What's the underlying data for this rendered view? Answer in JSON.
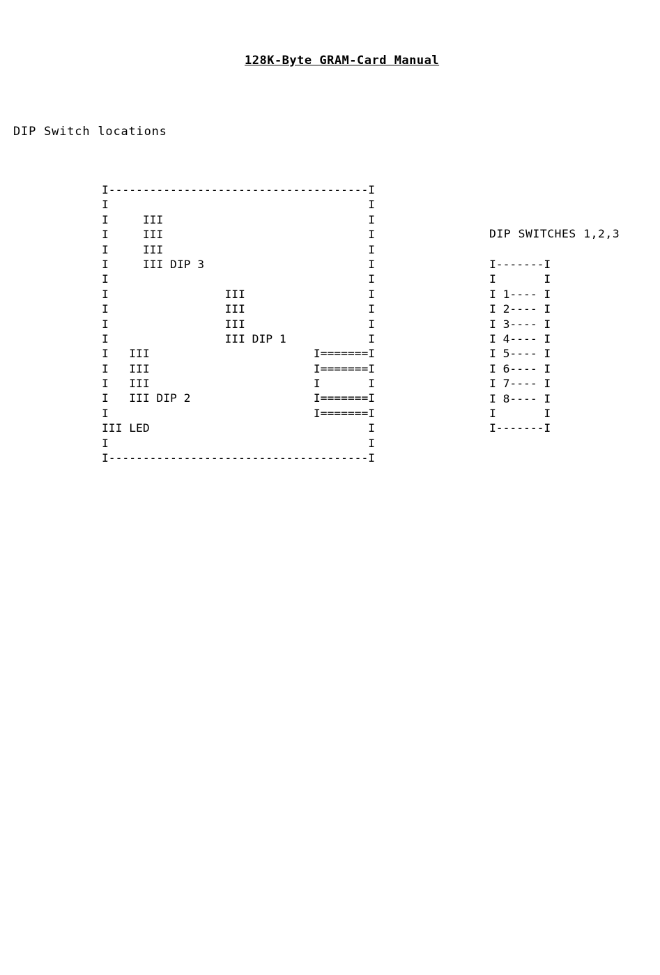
{
  "document": {
    "title": "128K-Byte GRAM-Card Manual",
    "section_heading": "DIP Switch locations"
  },
  "board_diagram": {
    "lines": [
      "I--------------------------------------I",
      "I                                      I",
      "I     III                              I",
      "I     III                              I",
      "I     III                              I",
      "I     III DIP 3                        I",
      "I                                      I",
      "I                 III                  I",
      "I                 III                  I",
      "I                 III                  I",
      "I                 III DIP 1            I",
      "I   III                        I=======I",
      "I   III                        I=======I",
      "I   III                        I       I",
      "I   III DIP 2                  I=======I",
      "I                              I=======I",
      "III LED                                I",
      "I                                      I",
      "I--------------------------------------I"
    ]
  },
  "switch_diagram": {
    "heading": "DIP SWITCHES 1,2,3",
    "lines": [
      "I-------I",
      "I       I",
      "I 1---- I",
      "I 2---- I",
      "I 3---- I",
      "I 4---- I",
      "I 5---- I",
      "I 6---- I",
      "I 7---- I",
      "I 8---- I",
      "I       I",
      "I-------I"
    ]
  }
}
